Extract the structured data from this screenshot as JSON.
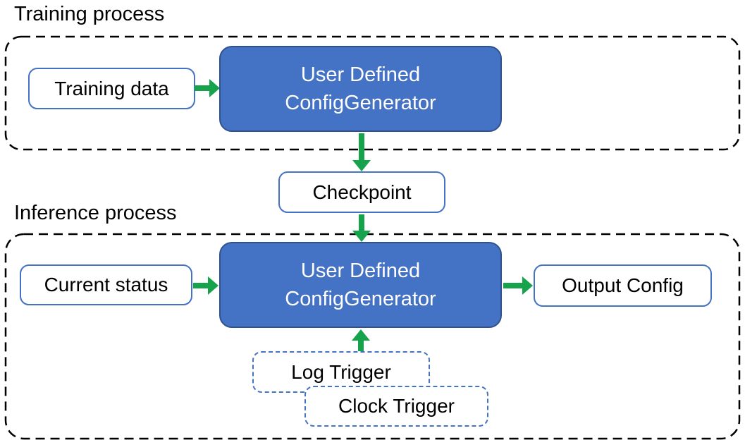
{
  "colors": {
    "blue_fill": "#4472C4",
    "blue_border": "#2F528F",
    "outline_blue": "#4472C4",
    "arrow_green": "#16A34C",
    "boundary_black": "#000000",
    "text_black": "#000000",
    "box_bg": "#FFFFFF"
  },
  "sections": {
    "training": {
      "label": "Training process"
    },
    "inference": {
      "label": "Inference process"
    }
  },
  "nodes": {
    "training_data": {
      "label": "Training data"
    },
    "config_generator_training": {
      "line1": "User Defined",
      "line2": "ConfigGenerator"
    },
    "checkpoint": {
      "label": "Checkpoint"
    },
    "current_status": {
      "label": "Current status"
    },
    "config_generator_inference": {
      "line1": "User Defined",
      "line2": "ConfigGenerator"
    },
    "output_config": {
      "label": "Output Config"
    },
    "log_trigger": {
      "label": "Log Trigger"
    },
    "clock_trigger": {
      "label": "Clock Trigger"
    }
  },
  "edges": [
    {
      "from": "training_data",
      "to": "config_generator_training",
      "direction": "right"
    },
    {
      "from": "config_generator_training",
      "to": "checkpoint",
      "direction": "down"
    },
    {
      "from": "checkpoint",
      "to": "config_generator_inference",
      "direction": "down"
    },
    {
      "from": "current_status",
      "to": "config_generator_inference",
      "direction": "right"
    },
    {
      "from": "config_generator_inference",
      "to": "output_config",
      "direction": "right"
    },
    {
      "from": "log_trigger",
      "to": "config_generator_inference",
      "direction": "up"
    }
  ]
}
